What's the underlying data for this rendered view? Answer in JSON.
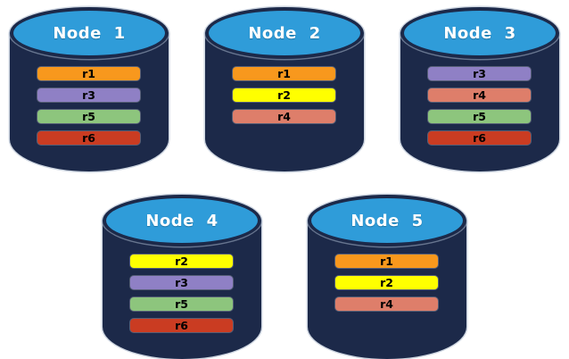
{
  "diagram": {
    "colors": {
      "body": "#1c2949",
      "ellipse": "#2f9cd9",
      "replicas": {
        "r1": "#f8981d",
        "r2": "#ffff00",
        "r3": "#8f80c5",
        "r4": "#de7e6a",
        "r5": "#8dc57d",
        "r6": "#ca3c22"
      }
    },
    "nodes": [
      {
        "label": "Node 1",
        "replicas": [
          "r1",
          "r3",
          "r5",
          "r6"
        ]
      },
      {
        "label": "Node 2",
        "replicas": [
          "r1",
          "r2",
          "r4"
        ]
      },
      {
        "label": "Node 3",
        "replicas": [
          "r3",
          "r4",
          "r5",
          "r6"
        ]
      },
      {
        "label": "Node 4",
        "replicas": [
          "r2",
          "r3",
          "r5",
          "r6"
        ]
      },
      {
        "label": "Node 5",
        "replicas": [
          "r1",
          "r2",
          "r4"
        ]
      }
    ],
    "rows": [
      [
        0,
        1,
        2
      ],
      [
        3,
        4
      ]
    ]
  }
}
